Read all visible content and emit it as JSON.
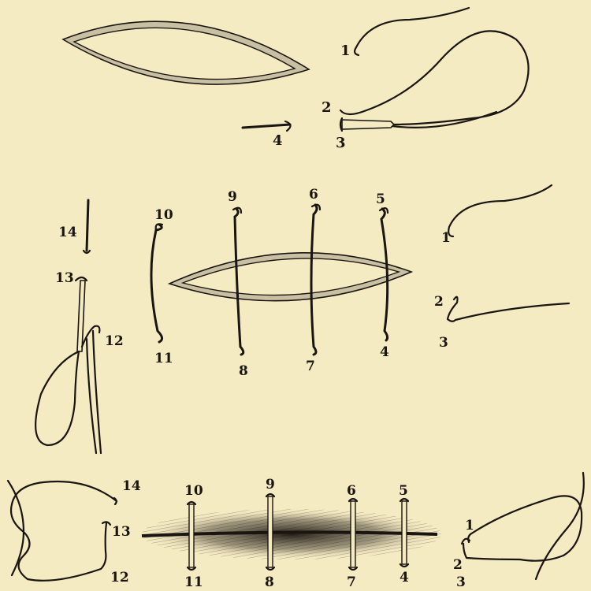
{
  "colors": {
    "paper": "#f5ebc3",
    "ink": "#1a1510",
    "wound_rim": "#c9c0a4"
  },
  "panel_top": {
    "labels": [
      "1",
      "2",
      "3",
      "4"
    ]
  },
  "panel_middle": {
    "left_labels": [
      "14",
      "13",
      "12"
    ],
    "stitch_labels_top": [
      "10",
      "9",
      "6",
      "5"
    ],
    "stitch_labels_bottom": [
      "11",
      "8",
      "7",
      "4"
    ],
    "right_labels": [
      "1",
      "2",
      "3"
    ]
  },
  "panel_bottom": {
    "left_labels": [
      "14",
      "13",
      "12"
    ],
    "stitch_labels_top": [
      "10",
      "9",
      "6",
      "5"
    ],
    "stitch_labels_bottom": [
      "11",
      "8",
      "7",
      "4"
    ],
    "right_labels": [
      "1",
      "2",
      "3"
    ]
  }
}
